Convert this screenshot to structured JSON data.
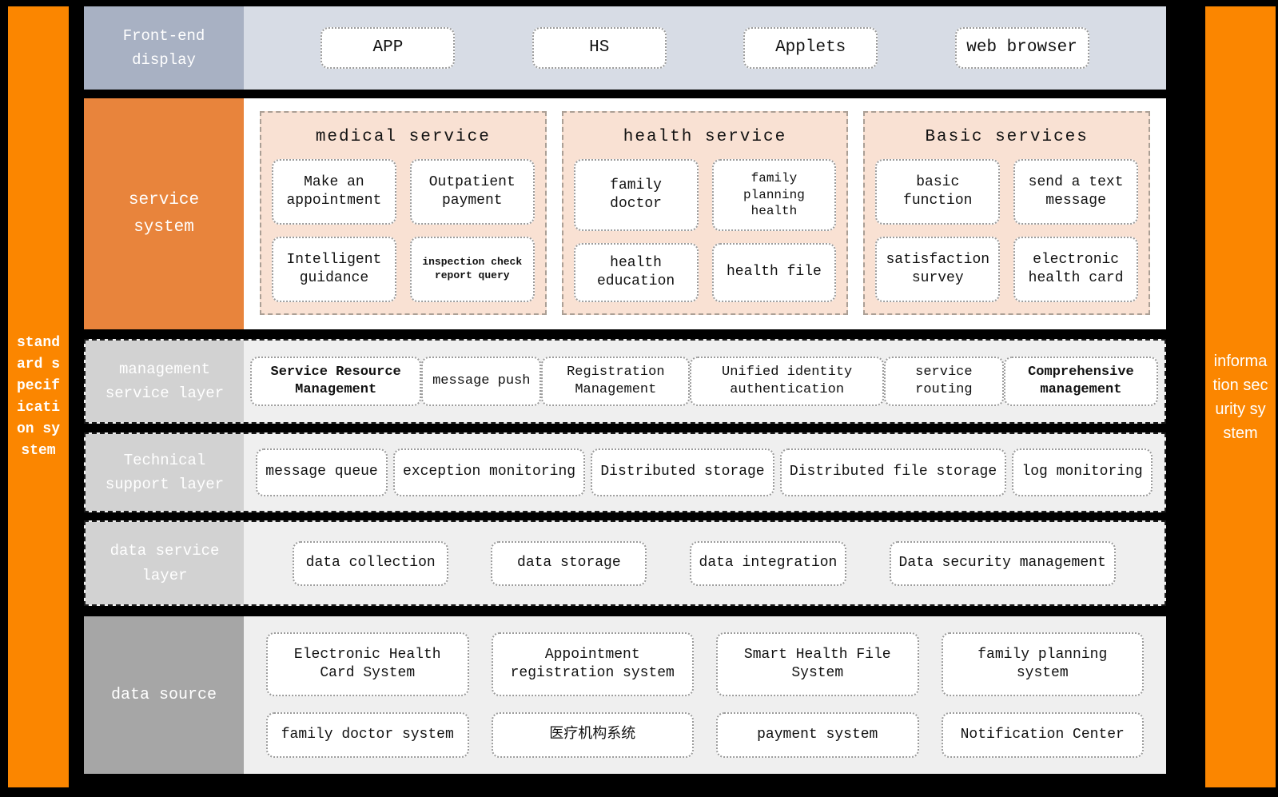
{
  "colors": {
    "background": "#000000",
    "sidebar_orange": "#FB8600",
    "service_label_orange": "#E8843C",
    "frontend_label_blue_gray": "#A8B1C3",
    "frontend_row_bg": "#D7DCE5",
    "service_group_peach": "#F9E1D3",
    "layer_label_gray": "#D2D2D2",
    "datasource_label_gray": "#A6A6A6",
    "layer_row_bg": "#EFEFEF",
    "box_bg": "#FFFFFF"
  },
  "sidebar_left": {
    "label": "standard specification system"
  },
  "sidebar_right": {
    "label": "information security system"
  },
  "front_end": {
    "label": "Front-end display",
    "items": [
      "APP",
      "HS",
      "Applets",
      "web browser"
    ]
  },
  "service_system": {
    "label": "service system",
    "groups": [
      {
        "title": "medical service",
        "items": [
          "Make an appointment",
          "Outpatient payment",
          "Intelligent guidance",
          "inspection check report query"
        ]
      },
      {
        "title": "health service",
        "items": [
          "family doctor",
          "family planning health",
          "health education",
          "health file"
        ]
      },
      {
        "title": "Basic services",
        "items": [
          "basic function",
          "send a text message",
          "satisfaction survey",
          "electronic health card"
        ]
      }
    ]
  },
  "management_layer": {
    "label": "management service layer",
    "items": [
      "Service Resource Management",
      "message push",
      "Registration Management",
      "Unified identity authentication",
      "service routing",
      "Comprehensive management"
    ]
  },
  "technical_layer": {
    "label": "Technical support layer",
    "items": [
      "message queue",
      "exception monitoring",
      "Distributed storage",
      "Distributed file storage",
      "log monitoring"
    ]
  },
  "data_service_layer": {
    "label": "data service layer",
    "items": [
      "data collection",
      "data storage",
      "data integration",
      "Data security management"
    ]
  },
  "data_source": {
    "label": "data source",
    "items": [
      "Electronic Health Card System",
      "Appointment registration system",
      "Smart Health File System",
      "family planning system",
      "family doctor system",
      "医疗机构系统",
      "payment system",
      "Notification Center"
    ]
  }
}
